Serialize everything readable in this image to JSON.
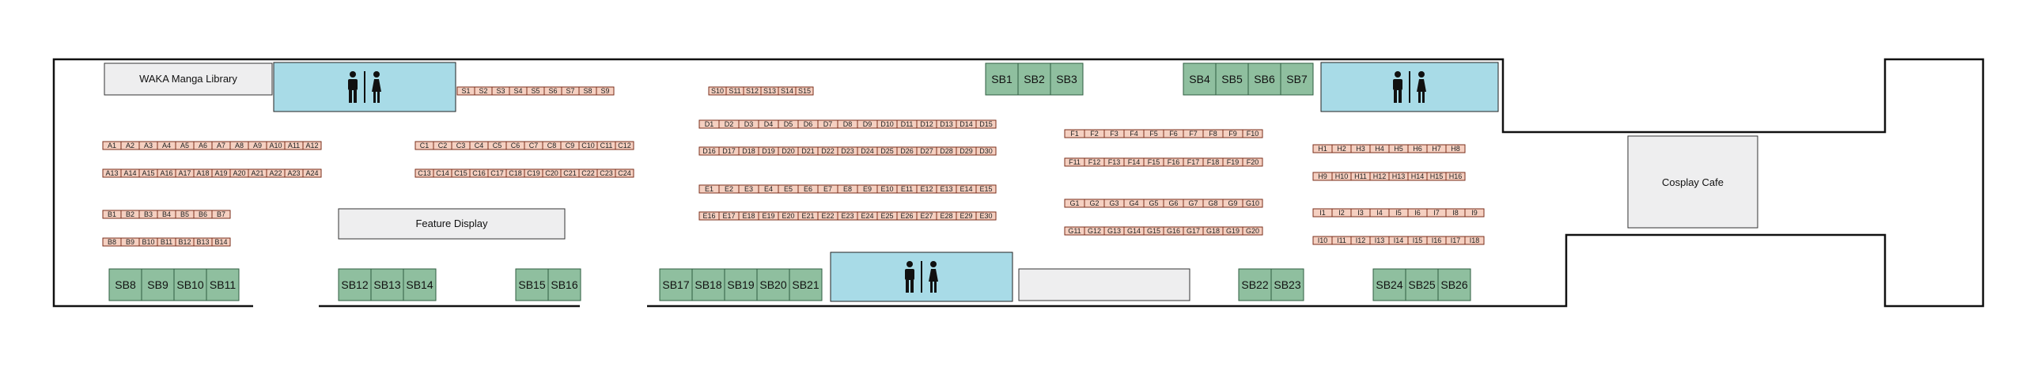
{
  "colors": {
    "booth_fill": "#f5d0c1",
    "booth_stroke": "#7a2e1a",
    "sb_fill": "#8fbf9f",
    "sb_stroke": "#2f5d40",
    "restroom_fill": "#a8dbe7",
    "area_fill": "#eeeeef",
    "wall": "#111111"
  },
  "areas": {
    "library": "WAKA Manga Library",
    "feature": "Feature Display",
    "cafe": "Cosplay Cafe",
    "blank": ""
  },
  "restrooms": [
    {
      "id": "restroom-1",
      "icon": "restroom-icon"
    },
    {
      "id": "restroom-2",
      "icon": "restroom-icon"
    },
    {
      "id": "restroom-3",
      "icon": "restroom-icon"
    }
  ],
  "booth_rows": [
    [
      "A1",
      "A2",
      "A3",
      "A4",
      "A5",
      "A6",
      "A7",
      "A8",
      "A9",
      "A10",
      "A11",
      "A12"
    ],
    [
      "A13",
      "A14",
      "A15",
      "A16",
      "A17",
      "A18",
      "A19",
      "A20",
      "A21",
      "A22",
      "A23",
      "A24"
    ],
    [
      "B1",
      "B2",
      "B3",
      "B4",
      "B5",
      "B6",
      "B7"
    ],
    [
      "B8",
      "B9",
      "B10",
      "B11",
      "B12",
      "B13",
      "B14"
    ],
    [
      "C1",
      "C2",
      "C3",
      "C4",
      "C5",
      "C6",
      "C7",
      "C8",
      "C9",
      "C10",
      "C11",
      "C12"
    ],
    [
      "C13",
      "C14",
      "C15",
      "C16",
      "C17",
      "C18",
      "C19",
      "C20",
      "C21",
      "C22",
      "C23",
      "C24"
    ],
    [
      "S1",
      "S2",
      "S3",
      "S4",
      "S5",
      "S6",
      "S7",
      "S8",
      "S9"
    ],
    [
      "S10",
      "S11",
      "S12",
      "S13",
      "S14",
      "S15"
    ],
    [
      "D1",
      "D2",
      "D3",
      "D4",
      "D5",
      "D6",
      "D7",
      "D8",
      "D9",
      "D10",
      "D11",
      "D12",
      "D13",
      "D14",
      "D15"
    ],
    [
      "D16",
      "D17",
      "D18",
      "D19",
      "D20",
      "D21",
      "D22",
      "D23",
      "D24",
      "D25",
      "D26",
      "D27",
      "D28",
      "D29",
      "D30"
    ],
    [
      "E1",
      "E2",
      "E3",
      "E4",
      "E5",
      "E6",
      "E7",
      "E8",
      "E9",
      "E10",
      "E11",
      "E12",
      "E13",
      "E14",
      "E15"
    ],
    [
      "E16",
      "E17",
      "E18",
      "E19",
      "E20",
      "E21",
      "E22",
      "E23",
      "E24",
      "E25",
      "E26",
      "E27",
      "E28",
      "E29",
      "E30"
    ],
    [
      "F1",
      "F2",
      "F3",
      "F4",
      "F5",
      "F6",
      "F7",
      "F8",
      "F9",
      "F10"
    ],
    [
      "F11",
      "F12",
      "F13",
      "F14",
      "F15",
      "F16",
      "F17",
      "F18",
      "F19",
      "F20"
    ],
    [
      "G1",
      "G2",
      "G3",
      "G4",
      "G5",
      "G6",
      "G7",
      "G8",
      "G9",
      "G10"
    ],
    [
      "G11",
      "G12",
      "G13",
      "G14",
      "G15",
      "G16",
      "G17",
      "G18",
      "G19",
      "G20"
    ],
    [
      "H1",
      "H2",
      "H3",
      "H4",
      "H5",
      "H6",
      "H7",
      "H8"
    ],
    [
      "H9",
      "H10",
      "H11",
      "H12",
      "H13",
      "H14",
      "H15",
      "H16"
    ],
    [
      "I1",
      "I2",
      "I3",
      "I4",
      "I5",
      "I6",
      "I7",
      "I8",
      "I9"
    ],
    [
      "I10",
      "I11",
      "I12",
      "I13",
      "I14",
      "I15",
      "I16",
      "I17",
      "I18"
    ]
  ],
  "sb_groups": [
    [
      "SB1",
      "SB2",
      "SB3"
    ],
    [
      "SB4",
      "SB5",
      "SB6",
      "SB7"
    ],
    [
      "SB8",
      "SB9",
      "SB10",
      "SB11"
    ],
    [
      "SB12",
      "SB13",
      "SB14"
    ],
    [
      "SB15",
      "SB16"
    ],
    [
      "SB17",
      "SB18",
      "SB19",
      "SB20",
      "SB21"
    ],
    [
      "SB22",
      "SB23"
    ],
    [
      "SB24",
      "SB25",
      "SB26"
    ]
  ]
}
